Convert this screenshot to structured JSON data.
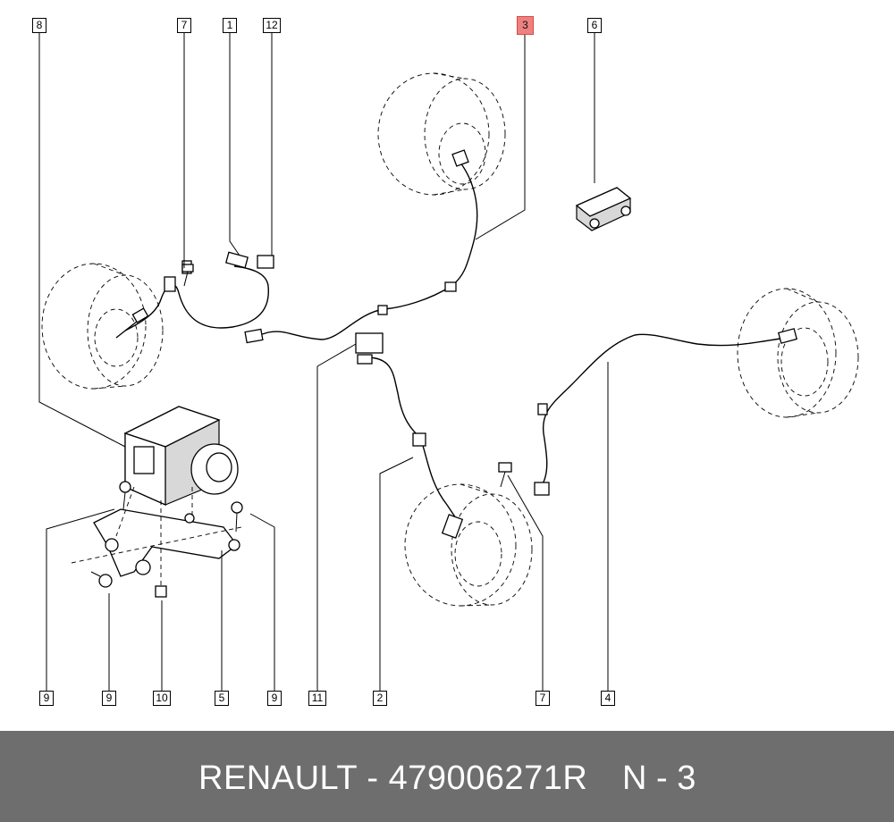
{
  "diagram": {
    "callouts": [
      {
        "id": "c8a",
        "label": "8"
      },
      {
        "id": "c7a",
        "label": "7"
      },
      {
        "id": "c1",
        "label": "1"
      },
      {
        "id": "c12",
        "label": "12"
      },
      {
        "id": "c3",
        "label": "3",
        "highlighted": true
      },
      {
        "id": "c6",
        "label": "6"
      },
      {
        "id": "c9a",
        "label": "9"
      },
      {
        "id": "c9b",
        "label": "9"
      },
      {
        "id": "c10",
        "label": "10"
      },
      {
        "id": "c5",
        "label": "5"
      },
      {
        "id": "c9c",
        "label": "9"
      },
      {
        "id": "c11",
        "label": "11"
      },
      {
        "id": "c2",
        "label": "2"
      },
      {
        "id": "c7b",
        "label": "7"
      },
      {
        "id": "c4",
        "label": "4"
      }
    ],
    "highlight_color": "#ef8080"
  },
  "footer": {
    "brand_part": "RENAULT - 479006271R",
    "ref": "N - 3",
    "background": "#6e6e6e"
  }
}
